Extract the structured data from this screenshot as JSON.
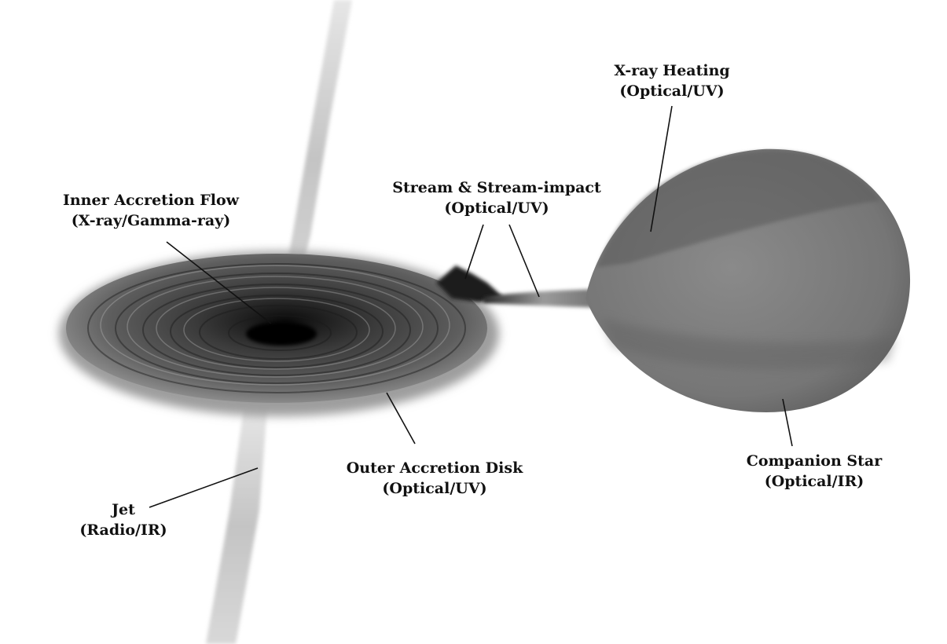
{
  "labels": {
    "xray_heating": {
      "name": "X-ray Heating",
      "band": "(Optical/UV)"
    },
    "stream": {
      "name": "Stream & Stream-impact",
      "band": "(Optical/UV)"
    },
    "inner_flow": {
      "name": "Inner Accretion Flow",
      "band": "(X-ray/Gamma-ray)"
    },
    "outer_disk": {
      "name": "Outer Accretion Disk",
      "band": "(Optical/UV)"
    },
    "companion": {
      "name": "Companion Star",
      "band": "(Optical/IR)"
    },
    "jet": {
      "name": "Jet",
      "band": "(Radio/IR)"
    }
  },
  "colors": {
    "disk_core": "#111111",
    "disk_outer": "#8a8a8a",
    "star_fill": "#7a7a7a",
    "star_heated": "#555555",
    "jet": "#c8c8c8",
    "leader_line": "#111111"
  }
}
